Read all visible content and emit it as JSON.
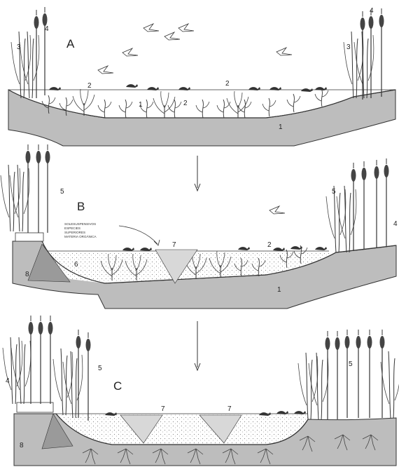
{
  "panels": [
    {
      "letter": "A",
      "numbers": {
        "n1a": "1",
        "n1b": "1",
        "n2a": "2",
        "n2b": "2",
        "n2c": "2",
        "n3a": "3",
        "n3b": "3",
        "n4a": "4",
        "n4b": "4"
      }
    },
    {
      "letter": "B",
      "numbers": {
        "n1": "1",
        "n2": "2",
        "n4": "4",
        "n5a": "5",
        "n5b": "5",
        "n6": "6",
        "n7": "7",
        "n8": "8"
      },
      "annotation": [
        "SOLESUSPENSIVOS",
        "ESPECIES",
        "SUPERIORES",
        "MATERIA ORGÁNICA"
      ]
    },
    {
      "letter": "C",
      "numbers": {
        "n4": "4",
        "n5a": "5",
        "n5b": "5",
        "n7a": "7",
        "n7b": "7",
        "n8": "8"
      }
    }
  ],
  "colors": {
    "sediment": "#bdbdbd",
    "sediment_dark": "#9a9a9a",
    "line": "#333333",
    "water": "#ffffff"
  }
}
